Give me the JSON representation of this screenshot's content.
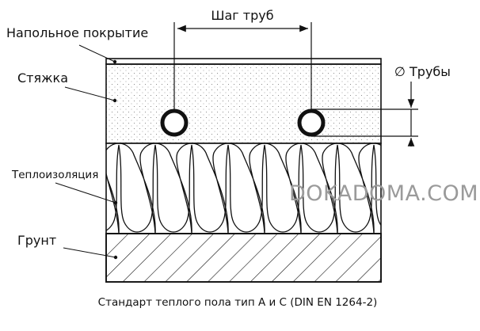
{
  "labels": {
    "floor_covering": "Напольное покрытие",
    "screed": "Стяжка",
    "insulation": "Теплоизоляция",
    "ground": "Грунт",
    "pipe_pitch": "Шаг труб",
    "pipe_diameter": "∅ Трубы"
  },
  "watermark": "DOKADOMA.COM",
  "caption": "Стандарт теплого пола тип А и С (DIN EN 1264-2)",
  "colors": {
    "line": "#111111",
    "screed_dots": "#6f6f6f",
    "watermark": "#9a9a9a"
  }
}
